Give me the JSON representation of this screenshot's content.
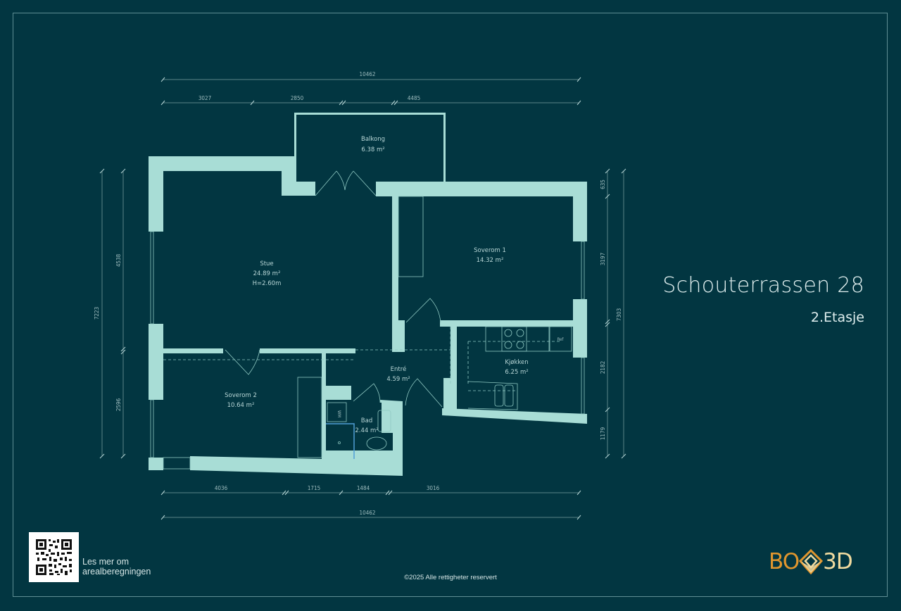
{
  "colors": {
    "background": "#023641",
    "wall": "#a8ddd6",
    "frame": "#5f8f94",
    "dim_line": "#5a8488",
    "fixture_line": "#8fc9c2",
    "logo_bo": "#e0962e",
    "logo_3d": "#f2dca0"
  },
  "header": {
    "address": "Schouterrassen 28",
    "floor": "2.Etasje"
  },
  "rooms": [
    {
      "name": "Balkong",
      "area": "6.38 m²"
    },
    {
      "name": "Stue",
      "area": "24.89 m²",
      "height": "H=2.60m"
    },
    {
      "name": "Soverom 1",
      "area": "14.32 m²"
    },
    {
      "name": "Kjøkken",
      "area": "6.25 m²"
    },
    {
      "name": "Entré",
      "area": "4.59 m²"
    },
    {
      "name": "Soverom 2",
      "area": "10.64 m²"
    },
    {
      "name": "Bad",
      "area": "2.44 m²"
    }
  ],
  "fixtures": {
    "fridge": "Ref",
    "washer": "WM"
  },
  "dimensions": {
    "top_total": "10462",
    "top_segments": [
      "3027",
      "2850",
      "4485"
    ],
    "bottom_segments": [
      "4036",
      "1715",
      "1484",
      "3016"
    ],
    "bottom_total": "10462",
    "left_total": "7223",
    "left_segments": [
      "4538",
      "2596"
    ],
    "right_segments": [
      "635",
      "3197",
      "2182",
      "1179"
    ],
    "right_total": "7303"
  },
  "footer": {
    "qr_label_line1": "Les mer om",
    "qr_label_line2": "arealberegningen",
    "copyright": "©2025 Alle rettigheter reservert",
    "logo_left": "BO",
    "logo_right": "3D"
  }
}
